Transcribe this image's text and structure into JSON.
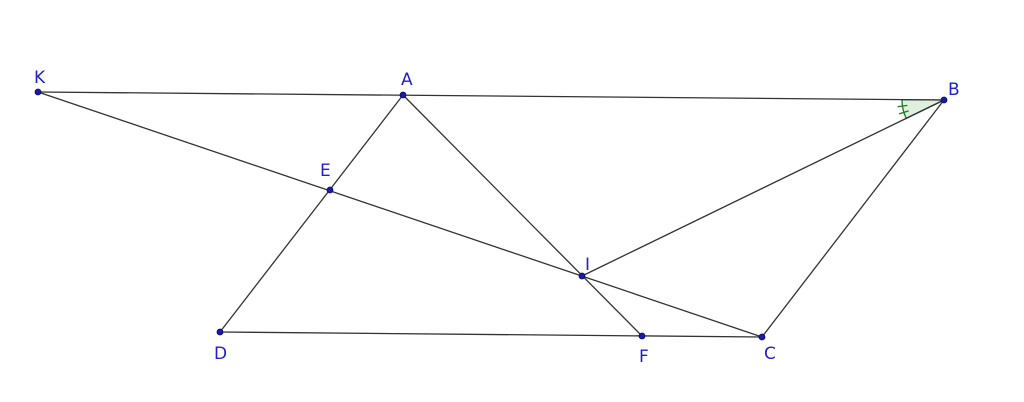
{
  "diagram": {
    "points": [
      {
        "id": "K",
        "label": "K"
      },
      {
        "id": "A",
        "label": "A"
      },
      {
        "id": "B",
        "label": "B"
      },
      {
        "id": "E",
        "label": "E"
      },
      {
        "id": "I",
        "label": "I"
      },
      {
        "id": "D",
        "label": "D"
      },
      {
        "id": "F",
        "label": "F"
      },
      {
        "id": "C",
        "label": "C"
      }
    ],
    "segments": [
      [
        "K",
        "B"
      ],
      [
        "K",
        "C"
      ],
      [
        "A",
        "D"
      ],
      [
        "A",
        "F"
      ],
      [
        "D",
        "C"
      ],
      [
        "B",
        "C"
      ],
      [
        "B",
        "I"
      ]
    ],
    "angle_mark": {
      "vertex": "B",
      "between": [
        "A",
        "I"
      ],
      "equal_ticks": 2
    },
    "colors": {
      "line": "#333333",
      "point": "#1a1aa8",
      "label": "#1f1fd0",
      "angle_stroke": "#1e7a1e",
      "angle_fill": "#dff0df"
    }
  }
}
